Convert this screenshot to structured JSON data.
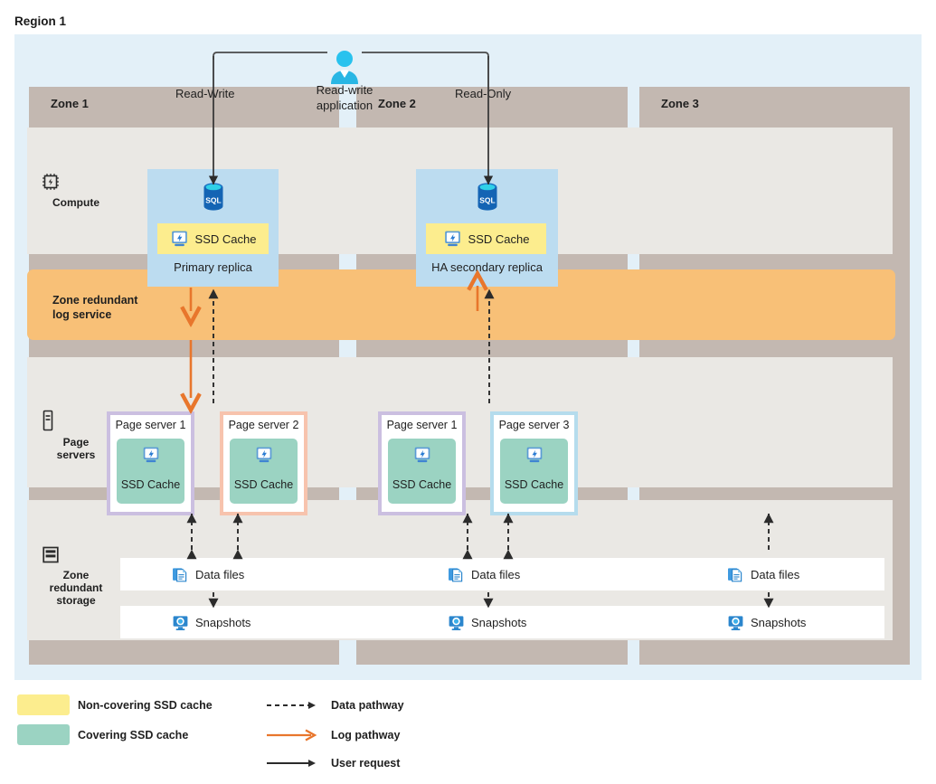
{
  "region": {
    "title": "Region 1"
  },
  "app": {
    "icon": "user-icon",
    "label_line1": "Read-write",
    "label_line2": "application",
    "left_path_label": "Read-Write",
    "right_path_label": "Read-Only"
  },
  "zones": [
    {
      "label": "Zone 1"
    },
    {
      "label": "Zone 2"
    },
    {
      "label": "Zone 3"
    }
  ],
  "rows": {
    "compute": {
      "label": "Compute",
      "icon": "cpu-chip-icon"
    },
    "page_servers": {
      "label_line1": "Page",
      "label_line2": "servers",
      "icon": "server-icon"
    },
    "storage": {
      "label_line1": "Zone",
      "label_line2": "redundant",
      "label_line3": "storage",
      "icon": "storage-stack-icon"
    }
  },
  "log_service": {
    "line1": "Zone redundant",
    "line2": "log service"
  },
  "replicas": [
    {
      "caption": "Primary replica",
      "cache_label": "SSD Cache",
      "db_icon": "sql-database-icon",
      "cache_icon": "ssd-drive-icon",
      "zone": "Zone 1"
    },
    {
      "caption": "HA secondary replica",
      "cache_label": "SSD Cache",
      "db_icon": "sql-database-icon",
      "cache_icon": "ssd-drive-icon",
      "zone": "Zone 2"
    }
  ],
  "page_servers": [
    {
      "title": "Page server 1",
      "cache_label": "SSD Cache",
      "icon": "ssd-drive-icon",
      "border_color": "#cbbfe0"
    },
    {
      "title": "Page server 2",
      "cache_label": "SSD Cache",
      "icon": "ssd-drive-icon",
      "border_color": "#f7c3ad"
    },
    {
      "title": "Page server 1",
      "cache_label": "SSD Cache",
      "icon": "ssd-drive-icon",
      "border_color": "#cbbfe0"
    },
    {
      "title": "Page server 3",
      "cache_label": "SSD Cache",
      "icon": "ssd-drive-icon",
      "border_color": "#b5dced"
    }
  ],
  "storage": {
    "data_files": {
      "label": "Data files",
      "icon": "data-files-icon",
      "count": 3
    },
    "snapshots": {
      "label": "Snapshots",
      "icon": "snapshot-icon",
      "count": 3
    }
  },
  "legend": {
    "swatches": [
      {
        "label": "Non-covering SSD cache",
        "color": "#fced8e"
      },
      {
        "label": "Covering SSD cache",
        "color": "#9bd3c2"
      }
    ],
    "lines": [
      {
        "label": "Data pathway",
        "style": "dashed",
        "color": "#2b2b2b"
      },
      {
        "label": "Log pathway",
        "style": "solid",
        "color": "#e8762c"
      },
      {
        "label": "User request",
        "style": "solid",
        "color": "#2b2b2b"
      }
    ]
  },
  "colors": {
    "region_bg": "#e3f0f8",
    "zone_bg": "#c3b8b1",
    "band_bg": "#eae8e4",
    "log_band": "#f8c077",
    "replica_bg": "#bcdcf0",
    "yellow_cache": "#fced8e",
    "green_cache": "#9bd3c2",
    "log_arrow": "#e8762c",
    "data_arrow": "#2b2b2b"
  }
}
